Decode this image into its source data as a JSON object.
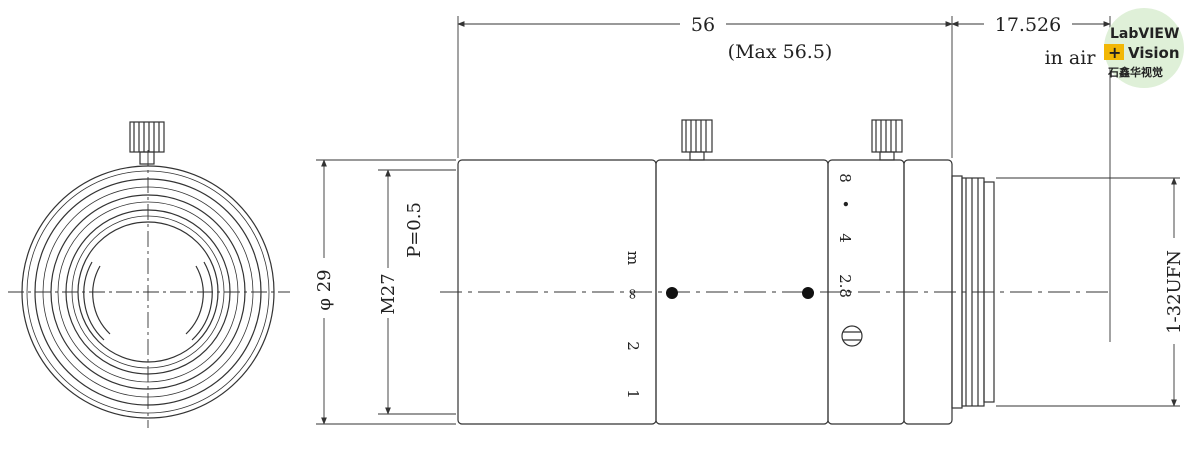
{
  "drawing": {
    "dimensions": {
      "length": "56",
      "length_max": "(Max 56.5)",
      "back_focus": "17.526",
      "back_focus_note": "in air",
      "diameter": "φ 29",
      "filter_thread": "M27",
      "thread_pitch": "P=0.5",
      "mount_thread": "1-32UFN"
    },
    "focus_scale": [
      "m",
      "∞",
      "2",
      "1"
    ],
    "aperture_scale": [
      "8",
      "•",
      "4",
      "2.8"
    ]
  },
  "logo": {
    "line1": "LabVIEW",
    "plus": "+",
    "line2": "Vision",
    "line3": "石鑫华视觉"
  },
  "colors": {
    "line": "#333333",
    "logo_circle": "#dff0d8",
    "logo_blue": "#1d5fb8",
    "logo_green": "#3aa53a",
    "logo_yellow": "#f2b705"
  }
}
